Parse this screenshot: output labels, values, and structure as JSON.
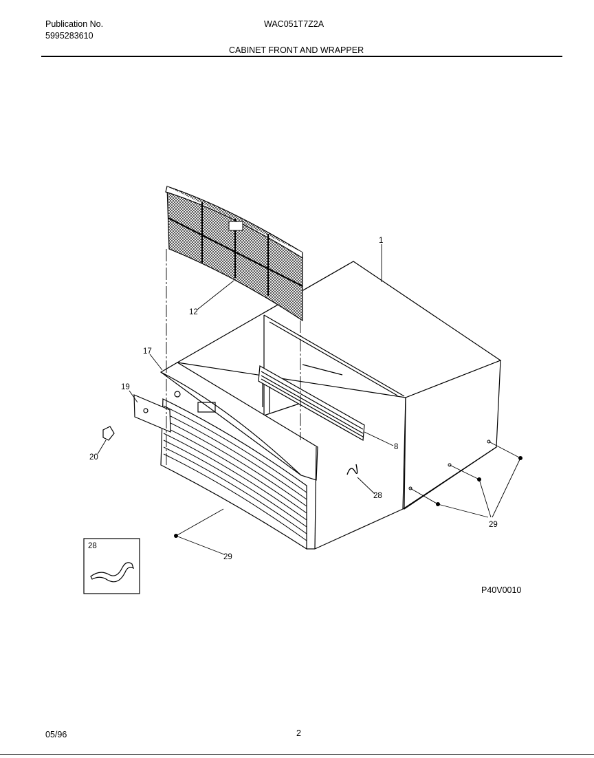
{
  "header": {
    "publication_label": "Publication No.",
    "publication_number": "5995283610",
    "model_number": "WAC051T7Z2A",
    "section_title": "CABINET FRONT AND WRAPPER"
  },
  "callouts": {
    "wrapper": "1",
    "filter": "12",
    "front_panel": "17",
    "control_knob_plate": "19",
    "knob": "20",
    "louver": "8",
    "clip_on_side": "28",
    "screw_front": "29",
    "screws_right": "29",
    "inset_part": "28"
  },
  "diagram_code": "P40V0010",
  "footer": {
    "date": "05/96",
    "page": "2"
  }
}
